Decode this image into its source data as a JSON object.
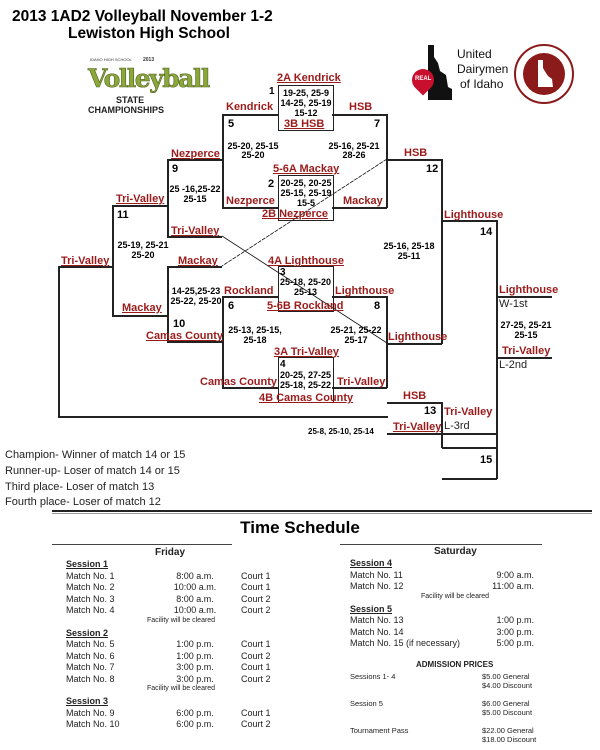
{
  "header": {
    "title_line1": "2013 1AD2 Volleyball November 1-2",
    "title_line2": "Lewiston High School"
  },
  "logos": {
    "volleyball": {
      "top": "IDAHO HIGH SCHOOL",
      "year": "2013",
      "main": "Volleyball",
      "sub1": "STATE",
      "sub2": "CHAMPIONSHIPS"
    },
    "dairymen": {
      "badge": "REAL",
      "line1": "United",
      "line2": "Dairymen",
      "line3": "of Idaho"
    }
  },
  "bracket": {
    "m1": {
      "num": "1",
      "top": "2A Kendrick",
      "bottom": "3B HSB",
      "score1": "19-25, 25-9",
      "score2": "14-25, 25-19",
      "score3": "15-12"
    },
    "m2": {
      "num": "2",
      "top": "5-6A Mackay",
      "bottom": "2B Nezperce",
      "score1": "20-25, 20-25",
      "score2": "25-15, 25-19",
      "score3": "15-5"
    },
    "m3": {
      "num": "3",
      "top": "4A Lighthouse",
      "bottom": "5-6B Rockland",
      "score1": "25-18, 25-20",
      "score2": "25-13"
    },
    "m4": {
      "num": "4",
      "top": "3A Tri-Valley",
      "bottom": "4B Camas County",
      "score1": "20-25, 27-25",
      "score2": "25-18, 25-22"
    },
    "m5": {
      "num": "5",
      "top": "Kendrick",
      "bottom": "Nezperce",
      "score1": "25-20, 25-15",
      "score2": "25-20"
    },
    "m7": {
      "num": "7",
      "top": "HSB",
      "bottom": "Mackay",
      "score1": "25-16, 25-21",
      "score2": "28-26"
    },
    "m6": {
      "num": "6",
      "top": "Rockland",
      "bottom": "Camas County",
      "score1": "25-13, 25-15,",
      "score2": "25-18"
    },
    "m8": {
      "num": "8",
      "top": "Lighthouse",
      "bottom": "Tri-Valley",
      "score1": "25-21, 25-22",
      "score2": "25-17"
    },
    "m9": {
      "num": "9",
      "top": "Nezperce",
      "bottom": "Tri-Valley",
      "score1": "25 -16,25-22",
      "score2": "25-15"
    },
    "m10": {
      "num": "10",
      "top": "Mackay",
      "bottom": "Camas County",
      "score1": "14-25,25-23",
      "score2": "25-22, 25-20"
    },
    "m11": {
      "num": "11",
      "top": "Tri-Valley",
      "bottom": "Mackay",
      "score1": "25-19, 25-21",
      "score2": "25-20"
    },
    "m11_winner": "Tri-Valley",
    "m12": {
      "num": "12",
      "top": "HSB",
      "bottom": "Lighthouse",
      "score1": "25-16, 25-18",
      "score2": "25-11"
    },
    "m13": {
      "num": "13",
      "top": "HSB",
      "bottom": "Tri-Valley",
      "score": "25-8, 25-10, 25-14",
      "winner": "Tri-Valley",
      "place": "L-3rd"
    },
    "m14": {
      "num": "14",
      "top": "Lighthouse",
      "winner": "Lighthouse",
      "winner_place": "W-1st",
      "score1": "27-25, 25-21",
      "score2": "25-15",
      "loser": "Tri-Valley",
      "loser_place": "L-2nd"
    },
    "m15": {
      "num": "15"
    }
  },
  "notes": [
    "Champion- Winner of match 14 or 15",
    "Runner-up- Loser of match 14 or 15",
    "Third place- Loser of match 13",
    "Fourth place- Loser of match 12"
  ],
  "schedule": {
    "title": "Time Schedule",
    "friday": {
      "label": "Friday",
      "sessions": [
        {
          "label": "Session 1",
          "matches": [
            {
              "match": "Match No.  1",
              "time": "8:00 a.m.",
              "court": "Court 1"
            },
            {
              "match": "Match No.  2",
              "time": "10:00 a.m.",
              "court": "Court 1"
            },
            {
              "match": "Match No.  3",
              "time": "8:00 a.m.",
              "court": "Court 2"
            },
            {
              "match": "Match No.  4",
              "time": "10:00 a.m.",
              "court": "Court 2"
            }
          ],
          "note": "Facility will be cleared"
        },
        {
          "label": "Session 2",
          "matches": [
            {
              "match": "Match No.   5",
              "time": "1:00 p.m.",
              "court": "Court 1"
            },
            {
              "match": "Match No.   6",
              "time": "1:00 p.m.",
              "court": "Court 2"
            },
            {
              "match": "Match No.   7",
              "time": "3:00 p.m.",
              "court": "Court 1"
            },
            {
              "match": "Match No.   8",
              "time": "3:00 p.m.",
              "court": "Court 2"
            }
          ],
          "note": "Facility will be cleared"
        },
        {
          "label": "Session 3",
          "matches": [
            {
              "match": "Match No.   9",
              "time": "6:00 p.m.",
              "court": "Court 1"
            },
            {
              "match": "Match No. 10",
              "time": "6:00 p.m.",
              "court": "Court 2"
            }
          ]
        }
      ]
    },
    "saturday": {
      "label": "Saturday",
      "sessions": [
        {
          "label": "Session 4",
          "matches": [
            {
              "match": "Match No.  11",
              "time": "9:00 a.m."
            },
            {
              "match": "Match No.  12",
              "time": "11:00 a.m."
            }
          ],
          "note": "Facility will be cleared"
        },
        {
          "label": "Session 5",
          "matches": [
            {
              "match": "Match No. 13",
              "time": "1:00 p.m."
            },
            {
              "match": "Match No. 14",
              "time": "3:00 p.m."
            },
            {
              "match": "Match No. 15  (if necessary)",
              "time": "5:00 p.m."
            }
          ]
        }
      ]
    },
    "admission": {
      "title": "ADMISSION PRICES",
      "rows": [
        {
          "label": "Sessions 1- 4",
          "general": "$5.00 General",
          "discount": "$4.00 Discount"
        },
        {
          "label": "Session 5",
          "general": "$6.00 General",
          "discount": "$5.00 Discount"
        },
        {
          "label": "Tournament Pass",
          "general": "$22.00 General",
          "discount": "$18.00 Discount"
        }
      ]
    }
  },
  "colors": {
    "team": "#9b1b1b",
    "line": "#222222",
    "logo_green": "#8aa83a",
    "logo_red": "#8b1a1a"
  }
}
